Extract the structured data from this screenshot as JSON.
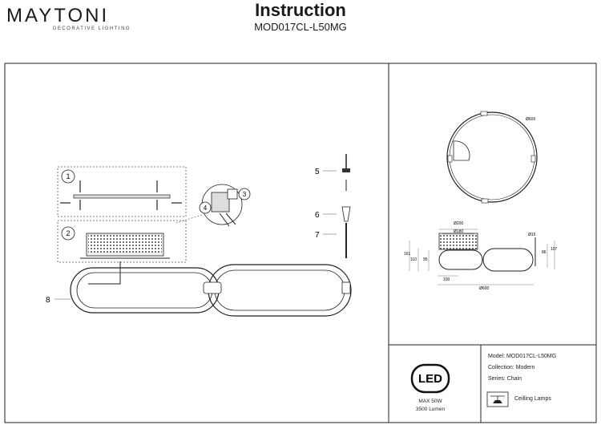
{
  "header": {
    "brand": "MAYTONI",
    "brand_tagline": "DECORATIVE LIGHTING",
    "title": "Instruction",
    "model_code": "MOD017CL-L50MG"
  },
  "parts": {
    "step_1": "1",
    "step_2": "2",
    "step_3": "3",
    "step_4": "4",
    "part_5": "5",
    "part_6": "6",
    "part_7": "7",
    "part_8": "8"
  },
  "dimensions": {
    "ring_diameter": "Ø600",
    "base_d1": "Ø200",
    "base_d2": "Ø180",
    "cable": "Ø15",
    "h161": "161",
    "h110": "110",
    "h95": "95",
    "h86": "86",
    "h107": "107",
    "w100": "100",
    "w600": "Ø600"
  },
  "specs": {
    "led_logo": "LED",
    "max_power": "MAX 50W",
    "lumen": "3500 Lumen",
    "model": "Model: MOD017CL-L50MG",
    "collection": "Collection: Modern",
    "series": "Series: Chain",
    "mount_type": "Ceilling Lamps"
  }
}
